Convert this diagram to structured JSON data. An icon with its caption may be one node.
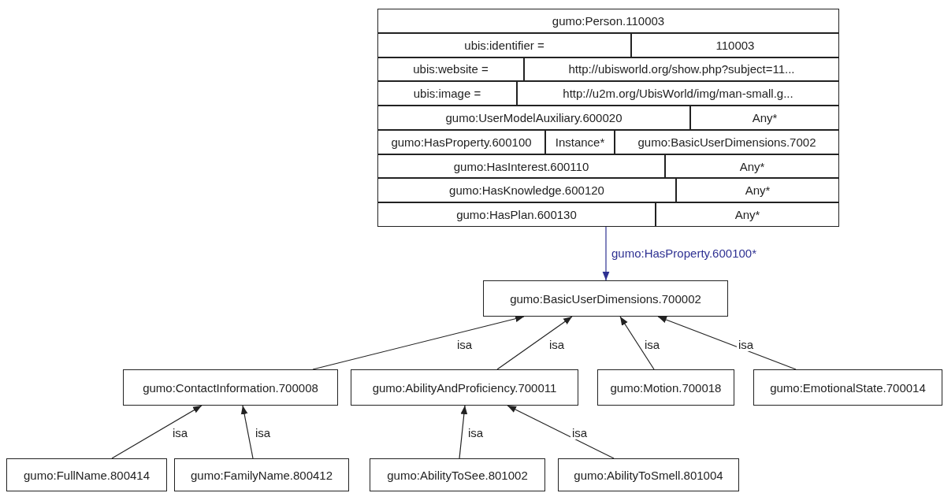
{
  "diagram": {
    "nodes": [
      {
        "text": [
          "gumo:Person.110003",
          "ubis:identifier =",
          "110003",
          "ubis:website =",
          "http://ubisworld.org/show.php?subject=11...",
          "ubis:image =",
          "http://u2m.org/UbisWorld/img/man-small.g...",
          "gumo:UserModelAuxiliary.600020",
          "Any*",
          "gumo:HasProperty.600100",
          "Instance*",
          "gumo:BasicUserDimensions.7002",
          "gumo:HasInterest.600110",
          "Any*",
          "gumo:HasKnowledge.600120",
          "Any*",
          "gumo:HasPlan.600130",
          "Any*"
        ]
      },
      {
        "text": [
          "gumo:BasicUserDimensions.700002"
        ]
      },
      {
        "text": [
          "gumo:ContactInformation.700008"
        ]
      },
      {
        "text": [
          "gumo:AbilityAndProficiency.700011"
        ]
      },
      {
        "text": [
          "gumo:Motion.700018"
        ]
      },
      {
        "text": [
          "gumo:EmotionalState.700014"
        ]
      },
      {
        "text": [
          "gumo:FullName.800414"
        ]
      },
      {
        "text": [
          "gumo:FamilyName.800412"
        ]
      },
      {
        "text": [
          "gumo:AbilityToSee.801002"
        ]
      },
      {
        "text": [
          "gumo:AbilityToSmell.801004"
        ]
      }
    ],
    "edges": [
      {
        "from": 0,
        "to": 1,
        "arrow": "to",
        "label": "gumo:HasProperty.600100*",
        "color": "#2e3192"
      },
      {
        "from": 2,
        "to": 1,
        "arrow": "to",
        "label": "isa"
      },
      {
        "from": 3,
        "to": 1,
        "arrow": "to",
        "label": "isa"
      },
      {
        "from": 4,
        "to": 1,
        "arrow": "to",
        "label": "isa"
      },
      {
        "from": 5,
        "to": 1,
        "arrow": "to",
        "label": "isa"
      },
      {
        "from": 6,
        "to": 2,
        "arrow": "to",
        "label": "isa"
      },
      {
        "from": 7,
        "to": 2,
        "arrow": "to",
        "label": "isa"
      },
      {
        "from": 8,
        "to": 3,
        "arrow": "to",
        "label": "isa"
      },
      {
        "from": 9,
        "to": 3,
        "arrow": "to",
        "label": "isa"
      }
    ]
  }
}
